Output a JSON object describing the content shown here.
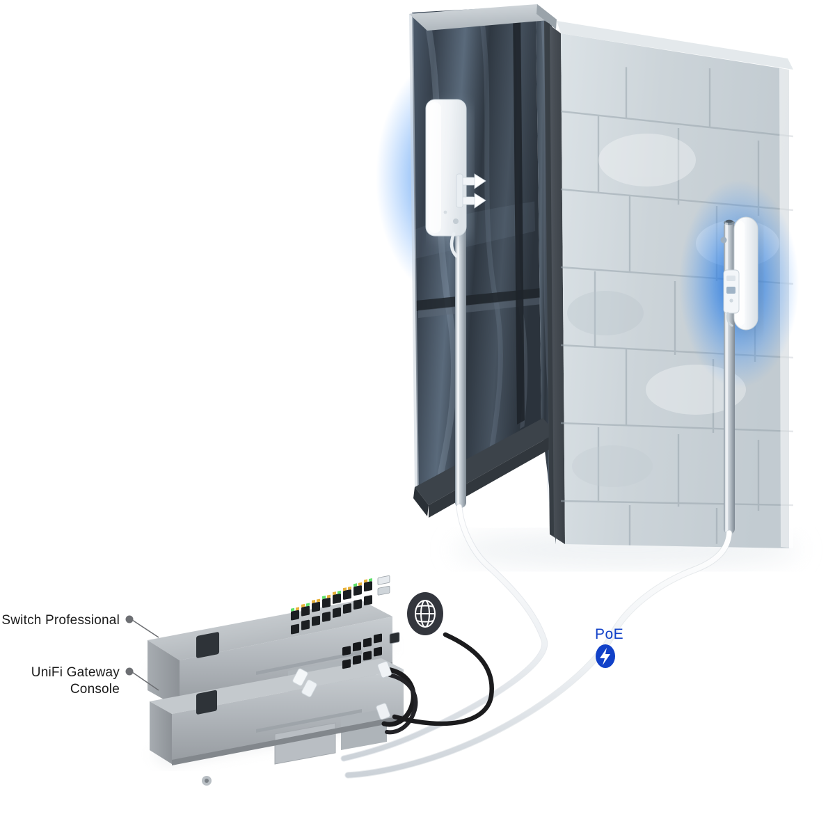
{
  "scene": {
    "title": "UniFi outdoor wireless bridge deployment",
    "background_color": "#ffffff"
  },
  "labels": {
    "switch": "Switch Professional",
    "gateway_line1": "UniFi Gateway",
    "gateway_line2": "Console",
    "poe": "PoE"
  },
  "badges": [
    {
      "name": "internet-badge",
      "icon": "globe-icon",
      "color": "#33363d"
    },
    {
      "name": "poe-badge",
      "icon": "lightning-bolt-icon",
      "color": "#1141c8",
      "label": "PoE"
    }
  ],
  "devices": [
    {
      "id": "switch-professional",
      "label": "Switch Professional",
      "type": "rack-switch",
      "body_color": "#b7bbbf",
      "port_count": 16,
      "sfp_count": 2,
      "led_colors": [
        "#5fe06a",
        "#e8b23c"
      ]
    },
    {
      "id": "unifi-gateway-console",
      "label": "UniFi Gateway Console",
      "type": "gateway",
      "body_color": "#b7bbbf",
      "port_count": 8,
      "console_port": 1
    },
    {
      "id": "flat-panel-ap",
      "label": "",
      "type": "outdoor-access-point",
      "mount": "pole",
      "surface": "glass-curtain-wall",
      "body_color": "#f4f6f8",
      "glow_color": "#1a6fe0"
    },
    {
      "id": "sector-antenna",
      "label": "",
      "type": "outdoor-sector-antenna",
      "mount": "pole",
      "surface": "stone-block-wall",
      "body_color": "#fbfcfd",
      "glow_color": "#1a6fe0"
    }
  ],
  "cables": [
    {
      "id": "ap-to-switch",
      "color": "#f2f4f6",
      "kind": "ethernet-poe"
    },
    {
      "id": "antenna-to-switch",
      "color": "#f2f4f6",
      "kind": "ethernet-poe"
    },
    {
      "id": "switch-to-gateway",
      "color": "#1b1b1d",
      "kind": "ethernet-uplink"
    },
    {
      "id": "gateway-to-internet",
      "color": "#1b1b1d",
      "kind": "wan"
    }
  ],
  "structures": [
    {
      "id": "glass-facade",
      "color": "#3a4450",
      "frame_color": "#4a4e54"
    },
    {
      "id": "stone-wall",
      "color": "#cfd6db"
    }
  ],
  "colors": {
    "accent_blue": "#1141c8",
    "glow_blue": "#1a6fe0",
    "device_silver": "#b7bbbf",
    "glass_dark": "#3a4450",
    "stone_light": "#d3dade",
    "frame_dark": "#4b5057",
    "cable_white": "#f2f4f6",
    "cable_black": "#1b1b1d",
    "label_text": "#1a1a1a"
  }
}
